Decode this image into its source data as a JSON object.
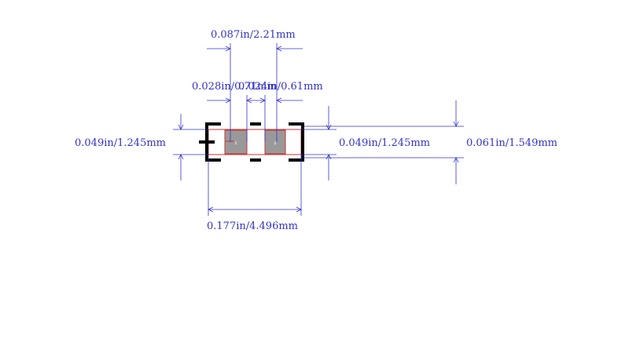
{
  "colors": {
    "background": "#ffffff",
    "dimension": "#3333cc",
    "silkscreen": "#000000",
    "body_outline": "#cc3333",
    "pad_fill": "#999999"
  },
  "dimensions": {
    "top_span": "0.087in/2.21mm",
    "pad_width": "0.028in/0.71mm",
    "pad_gap": "0.024in/0.61mm",
    "left_height": "0.049in/1.245mm",
    "right_height": "0.049in/1.245mm",
    "outer_height": "0.061in/1.549mm",
    "overall_length": "0.177in/4.496mm"
  },
  "pads": {
    "pin1_label": "1",
    "pin2_label": "2"
  }
}
